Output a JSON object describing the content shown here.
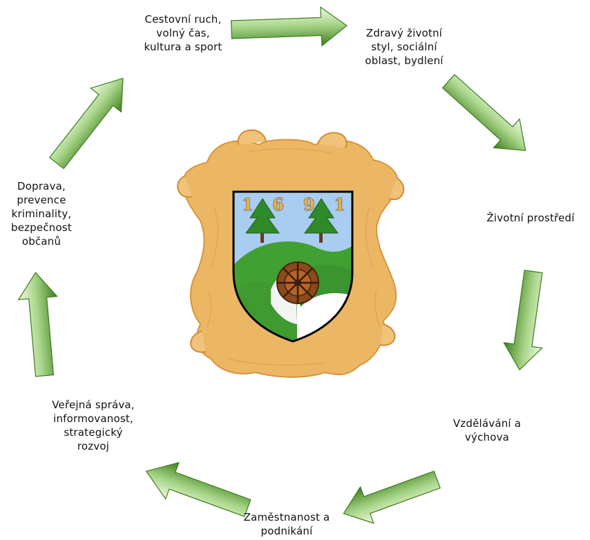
{
  "cycle": {
    "items": [
      {
        "label": "Cestovní ruch,\nvolný čas,\nkultura a sport"
      },
      {
        "label": "Zdravý životní\nstyl, sociální\noblast, bydlení"
      },
      {
        "label": "Životní prostředí"
      },
      {
        "label": "Vzdělávání a\nvýchova"
      },
      {
        "label": "Zaměstnanost a\npodnikání"
      },
      {
        "label": "Veřejná správa,\ninformovanost,\nstrategický\nrozvoj"
      },
      {
        "label": "Doprava,\nprevence\nkriminality,\nbezpečnost\nobčanů"
      }
    ]
  },
  "emblem": {
    "year_digits": [
      "1",
      "6",
      "9",
      "1"
    ]
  },
  "colors": {
    "arrow_dark": "#4e8f28",
    "arrow_light": "#e8f5d8",
    "parchment": "#eab15a",
    "sky": "#a9cdf0",
    "hill": "#3f9a2f",
    "shield_border": "#000000"
  }
}
